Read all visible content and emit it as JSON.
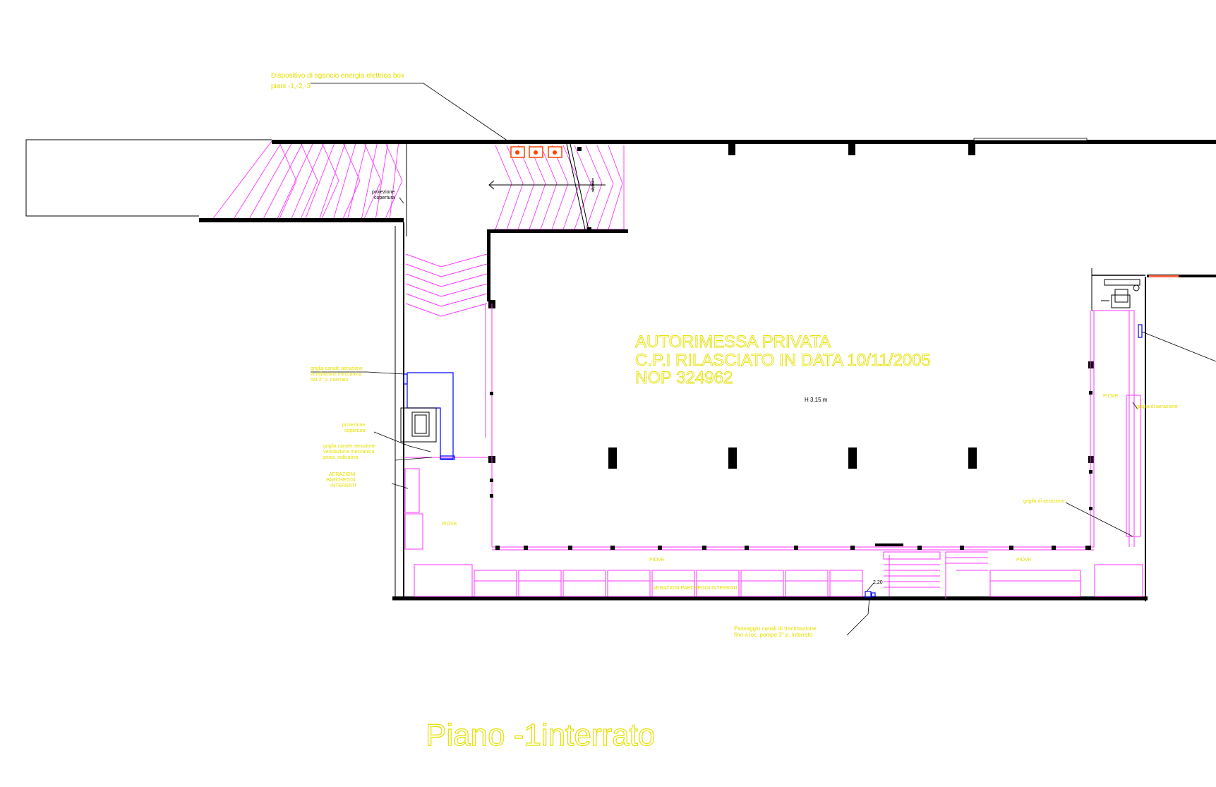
{
  "drawing": {
    "main_title": "AUTORIMESSA PRIVATA",
    "cpi_line": "C.P.I RILASCIATO IN DATA 10/11/2005",
    "nop_line": "NOP 324962",
    "height_note": "H 3,15 m",
    "floor_title": "Piano -1interrato"
  },
  "annotations": {
    "energy_device_line1": "Dispositivo di sgancio energia elettrica box",
    "energy_device_line2": "piani -1,-2,-3",
    "projection_top_line1": "proiezione",
    "projection_top_line2": "copertura",
    "vent_duct_line1": "griglia canale aerazione",
    "vent_duct_line2": "ventilazione meccanica",
    "vent_duct_line3": "dal 3° p. interrato",
    "projection_mid_line1": "proiezione",
    "projection_mid_line2": "copertura",
    "vent_duct2_line1": "griglia canale aerazione",
    "vent_duct2_line2": "ventilazione meccanica",
    "vent_duct2_line3": "posiz. indicativa",
    "aeration_line1": "AERAZIONI",
    "aeration_line2": "PARCHEGGI",
    "aeration_line3": "INTERRATI",
    "aeration_bottom": "AERAZIONI PARCHEGGI INTERRATI",
    "pass_line1": "Passaggio canali di tracimazione",
    "pass_line2": "fino a loc. pompe 3° p. interrato",
    "grid_right": "griglia di aerazione",
    "grid_bottom": "griglia di aerazione",
    "piove_left": "PIOVE",
    "piove_center": "PIOVE",
    "piove_right_bottom": "PIOVE",
    "piove_right": "PIOVE",
    "detail_mark": "2,50",
    "level_mark": "2,20"
  },
  "colors": {
    "background": "#ffffff",
    "walls": "#000000",
    "hatch": "#ff33ff",
    "text": "#e5e000",
    "duct": "#0000ff",
    "exit_sign": "#ff4400"
  },
  "icons": [
    "fire-extinguisher-icon",
    "fire-extinguisher-icon",
    "fire-extinguisher-icon"
  ]
}
